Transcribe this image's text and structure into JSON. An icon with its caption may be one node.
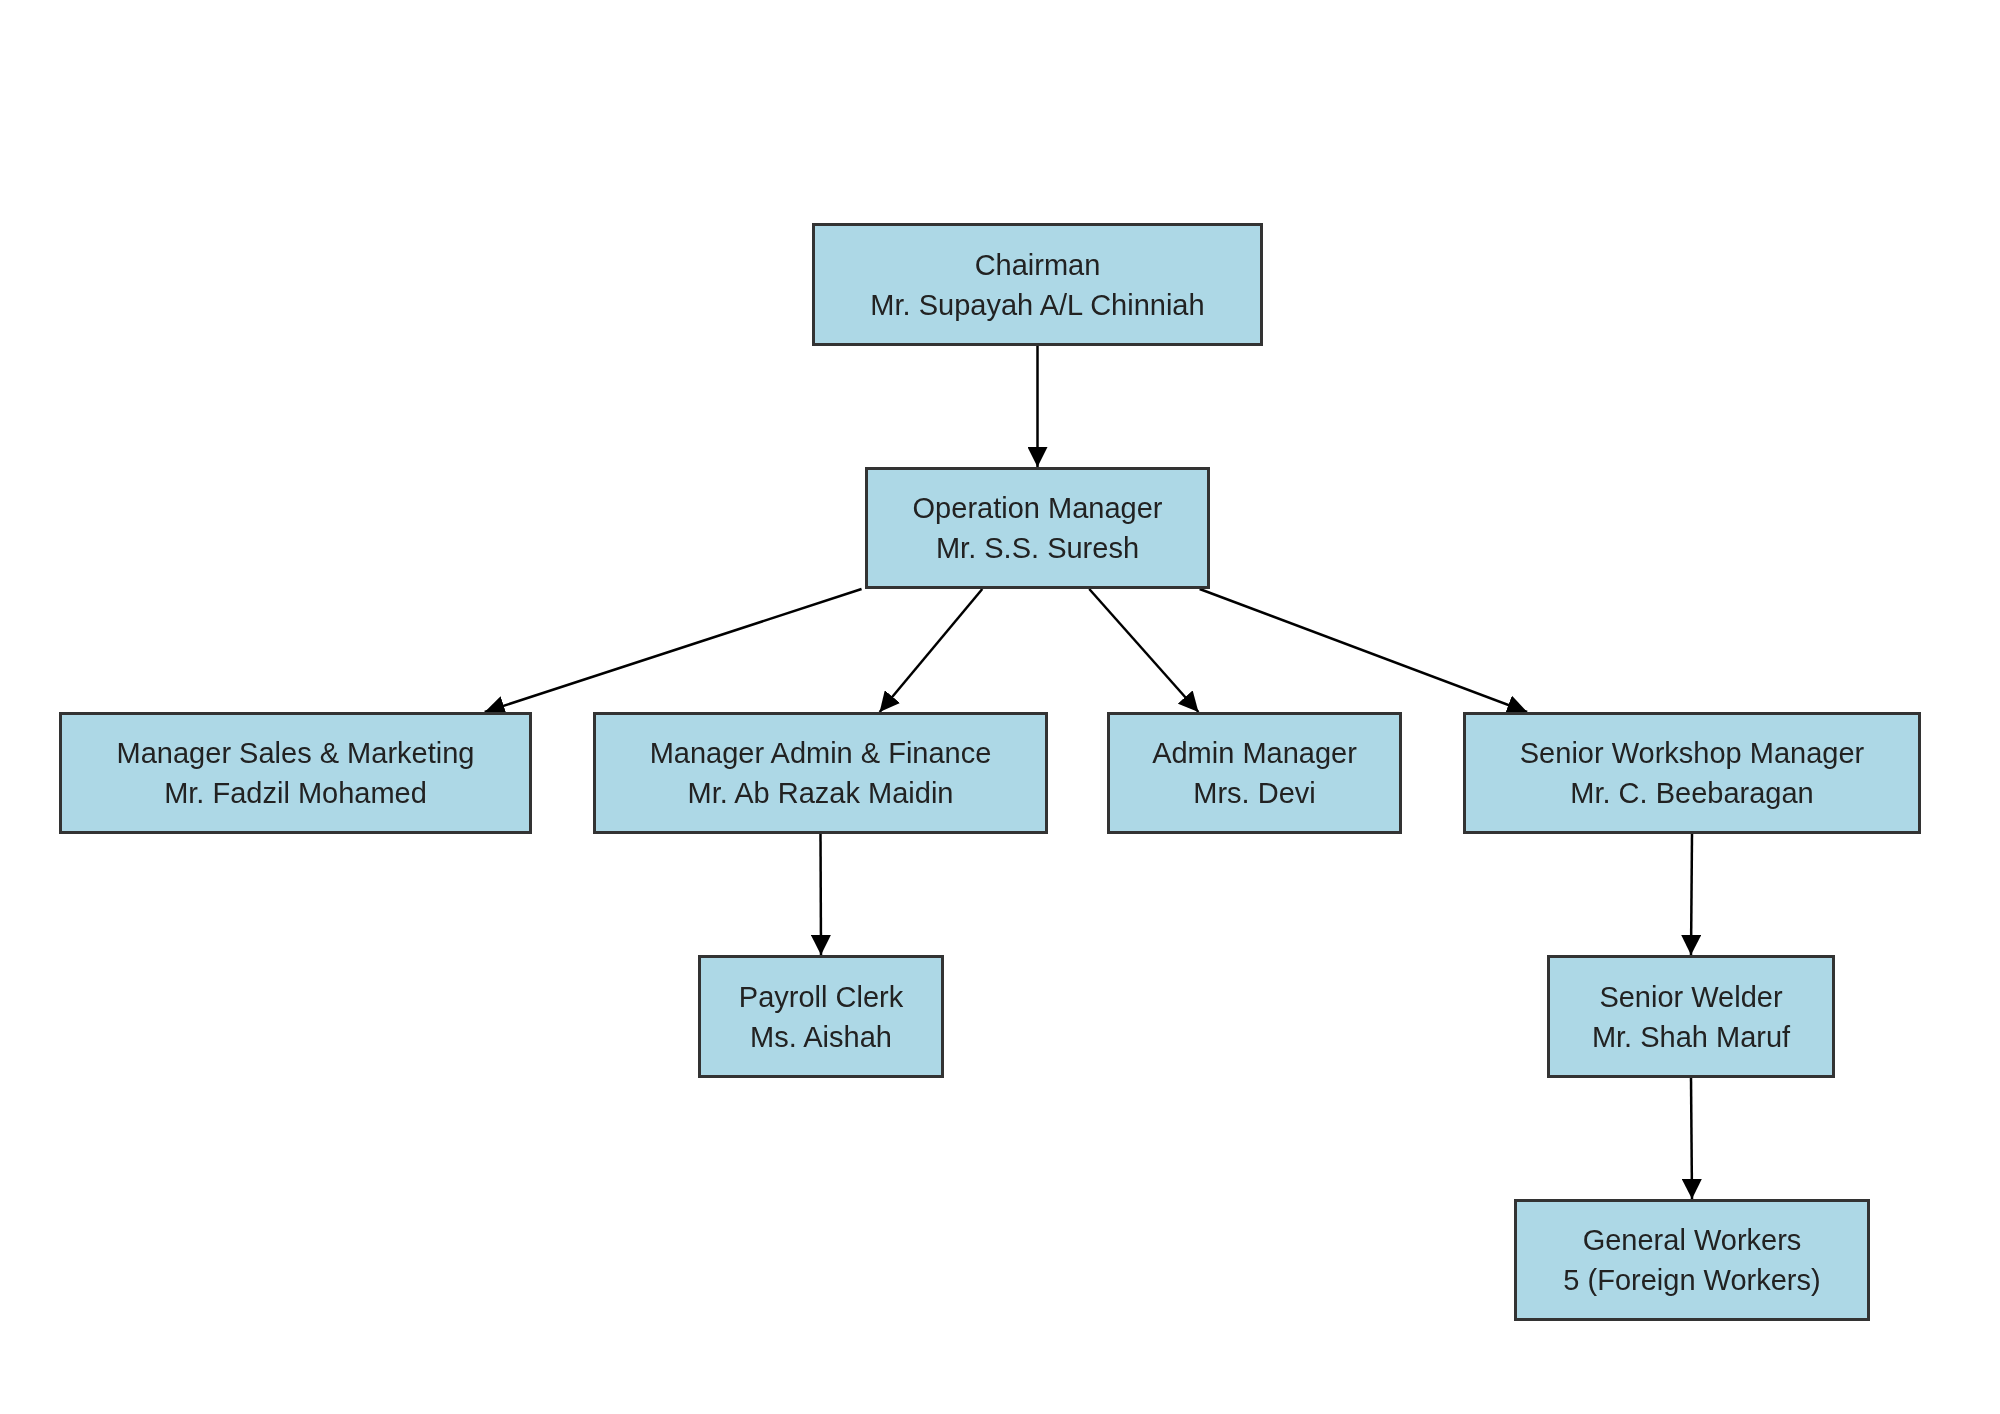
{
  "diagram": {
    "nodes": [
      {
        "text": [
          "Chairman",
          "Mr. Supayah A/L Chinniah"
        ]
      },
      {
        "text": [
          "Operation Manager",
          "Mr. S.S. Suresh"
        ]
      },
      {
        "text": [
          "Manager Sales & Marketing",
          "Mr. Fadzil Mohamed"
        ]
      },
      {
        "text": [
          "Manager Admin & Finance",
          "Mr. Ab Razak Maidin"
        ]
      },
      {
        "text": [
          "Admin Manager",
          "Mrs. Devi"
        ]
      },
      {
        "text": [
          "Senior Workshop Manager",
          "Mr. C. Beebaragan"
        ]
      },
      {
        "text": [
          "Payroll Clerk",
          "Ms. Aishah"
        ]
      },
      {
        "text": [
          "Senior Welder",
          "Mr. Shah Maruf"
        ]
      },
      {
        "text": [
          "General Workers",
          "5 (Foreign Workers)"
        ]
      }
    ],
    "edges": [
      {
        "from": 0,
        "to": 1,
        "arrow": "to"
      },
      {
        "from": 1,
        "to": 2,
        "arrow": "to"
      },
      {
        "from": 1,
        "to": 3,
        "arrow": "to"
      },
      {
        "from": 1,
        "to": 4,
        "arrow": "to"
      },
      {
        "from": 1,
        "to": 5,
        "arrow": "to"
      },
      {
        "from": 3,
        "to": 6,
        "arrow": "to"
      },
      {
        "from": 5,
        "to": 7,
        "arrow": "to"
      },
      {
        "from": 7,
        "to": 8,
        "arrow": "to"
      }
    ]
  }
}
